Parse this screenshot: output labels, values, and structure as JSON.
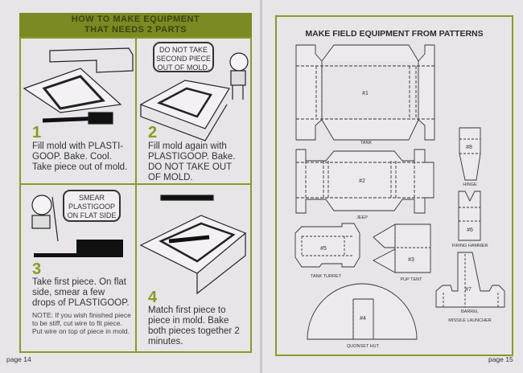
{
  "left_page": {
    "header": [
      "HOW TO MAKE EQUIPMENT",
      "THAT NEEDS 2 PARTS"
    ],
    "steps": [
      {
        "number": "1",
        "text": "Fill mold with PLASTI-GOOP. Bake. Cool. Take piece out of mold."
      },
      {
        "number": "2",
        "text": "Fill mold again with PLASTIGOOP. Bake. DO NOT TAKE OUT OF MOLD.",
        "bubble": "DO NOT TAKE SECOND PIECE OUT OF MOLD."
      },
      {
        "number": "3",
        "text": "Take first piece. On flat side, smear a few drops of PLASTIGOOP.",
        "note": "NOTE: If you wish finished piece to be stiff, cut wire to fit piece. Put wire on top of piece in mold.",
        "bubble": "SMEAR PLASTIGOOP ON FLAT SIDE"
      },
      {
        "number": "4",
        "text": "Match first piece to piece in mold. Bake both pieces together 2 minutes."
      }
    ],
    "page": "page 14"
  },
  "right_page": {
    "title": "MAKE FIELD EQUIPMENT FROM PATTERNS",
    "patterns": [
      {
        "id": "#1",
        "label": "TANK"
      },
      {
        "id": "#2",
        "label": "JEEP"
      },
      {
        "id": "#8",
        "label": "HINGE"
      },
      {
        "id": "#6",
        "label": "FIRING HAMMER"
      },
      {
        "id": "#5",
        "label": "TANK TURRET"
      },
      {
        "id": "#3",
        "label": "PUP TENT"
      },
      {
        "id": "#7",
        "label": "BARREL",
        "sublabel": "MISSILE LAUNCHER"
      },
      {
        "id": "#4",
        "label": "QUONSET HUT"
      }
    ],
    "page": "page 15"
  },
  "colors": {
    "accent": "#7b8a22",
    "paper": "#e7e5e8"
  }
}
